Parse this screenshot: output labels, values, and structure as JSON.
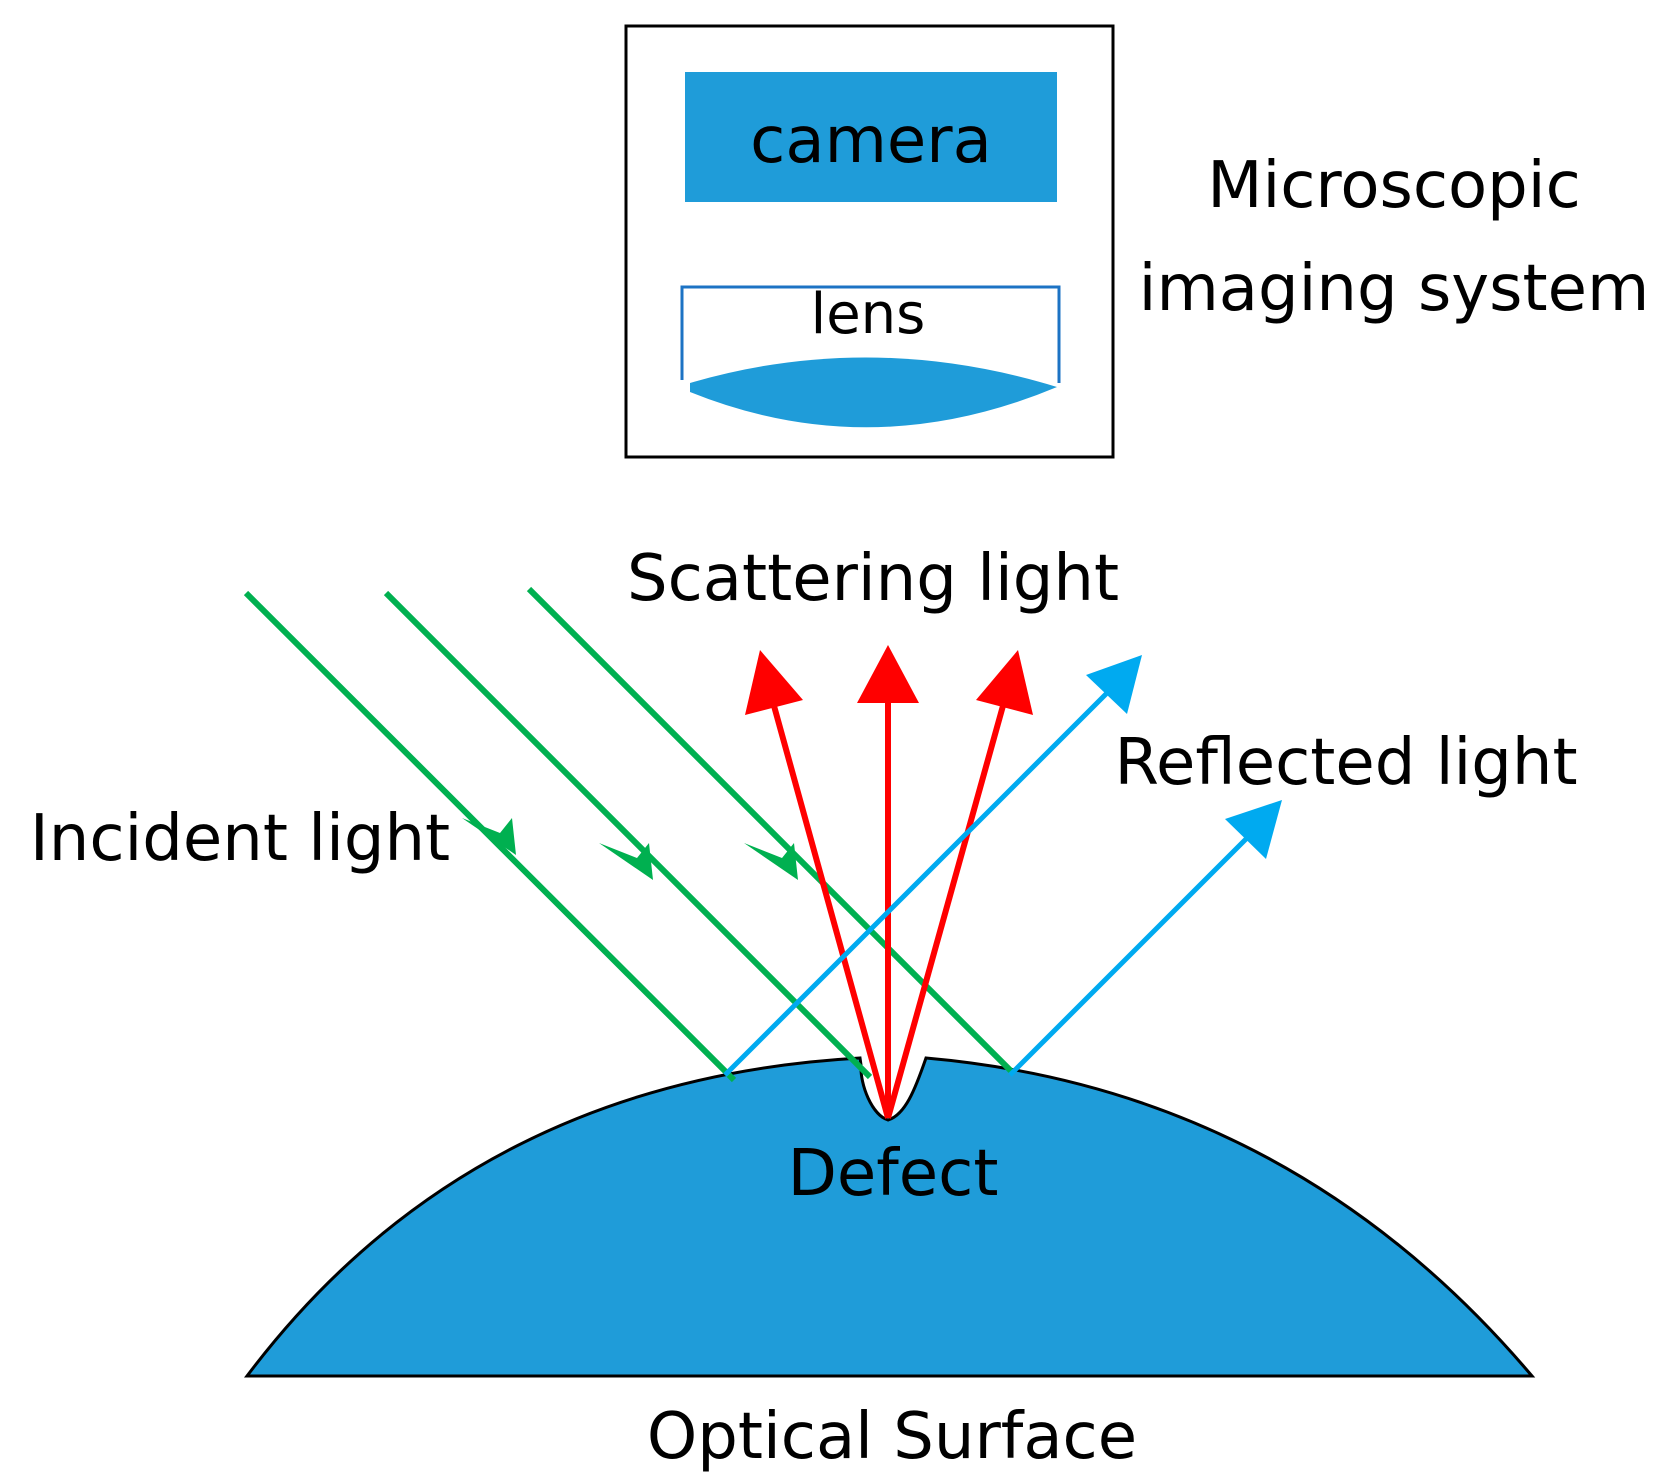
{
  "labels": {
    "camera": "camera",
    "lens": "lens",
    "system_line1": "Microscopic",
    "system_line2": "imaging system",
    "scattering": "Scattering light",
    "reflected": "Reflected light",
    "incident": "Incident light",
    "defect": "Defect",
    "surface": "Optical Surface"
  },
  "colors": {
    "surface_fill": "#1f9cd9",
    "camera_fill": "#1f9cd9",
    "lens_outline": "#1c73c4",
    "incident": "#00b050",
    "scattering": "#ff0000",
    "reflected": "#00aaf0",
    "outline": "#000000"
  },
  "icons": {
    "camera": "camera-block",
    "lens": "lens-shape"
  }
}
